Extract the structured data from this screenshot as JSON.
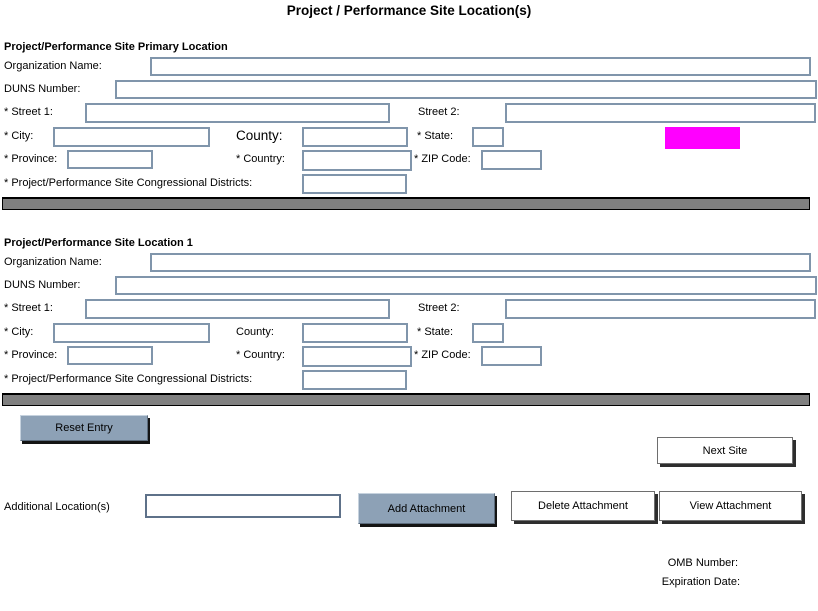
{
  "page_title": "Project / Performance Site Location(s)",
  "sections": [
    {
      "header": "Project/Performance Site Primary Location",
      "fields": {
        "organization_name": "Organization Name:",
        "duns_number": "DUNS Number:",
        "street1": "* Street 1:",
        "street2": "Street 2:",
        "city": "* City:",
        "county": "County:",
        "state": "* State:",
        "province": "* Province:",
        "country": "* Country:",
        "zip_code": "* ZIP Code:",
        "congressional_districts": "* Project/Performance Site Congressional Districts:"
      },
      "inputs_empty": true,
      "has_highlight": true
    },
    {
      "header": "Project/Performance Site Location 1",
      "fields": {
        "organization_name": "Organization Name:",
        "duns_number": "DUNS Number:",
        "street1": "* Street 1:",
        "street2": "Street 2:",
        "city": "* City:",
        "county": "County:",
        "state": "* State:",
        "province": "* Province:",
        "country": "* Country:",
        "zip_code": "* ZIP Code:",
        "congressional_districts": "* Project/Performance Site Congressional Districts:"
      },
      "inputs_empty": true,
      "has_highlight": false
    }
  ],
  "buttons": {
    "reset_entry": "Reset Entry",
    "next_site": "Next Site",
    "add_attachment": "Add Attachment",
    "delete_attachment": "Delete Attachment",
    "view_attachment": "View Attachment"
  },
  "additional_locations": {
    "label": "Additional Location(s)",
    "value": ""
  },
  "footer": {
    "omb_number": "OMB Number:",
    "expiration_date": "Expiration Date:"
  },
  "colors": {
    "highlight": "#ff00ff",
    "button_steel": "#8da1b6",
    "input_border": "#8095ab",
    "divider_gray": "#808080"
  }
}
